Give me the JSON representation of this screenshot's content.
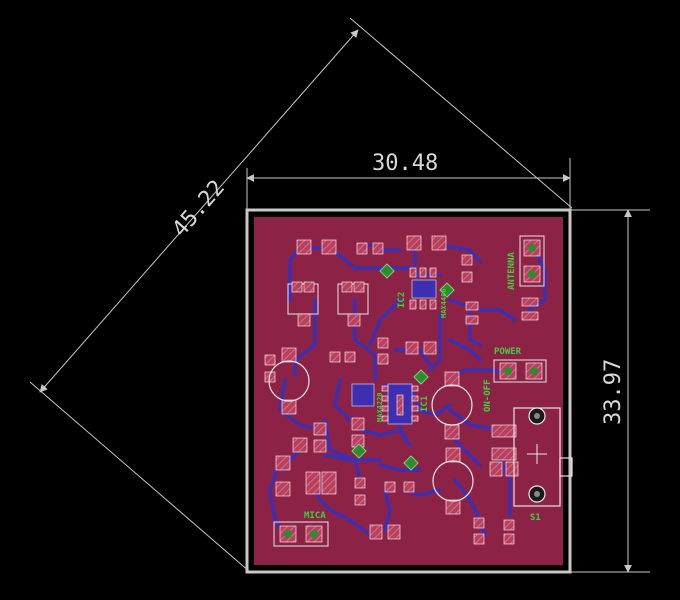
{
  "dimensions": {
    "width": "30.48",
    "height": "33.97",
    "diagonal": "45.22"
  },
  "labels": {
    "ic2": "IC2",
    "ic1": "IC1",
    "ic2_part": "MAX4466",
    "ic1_part": "MAX4220",
    "antenna": "ANTENNA",
    "power": "POWER",
    "on_off": "ON-OFF",
    "mica": "MICA",
    "s1": "S1"
  },
  "colors": {
    "background": "#000000",
    "board": "#8c2346",
    "outline": "#c8c8c8",
    "pad": "#c04a6a",
    "trace": "#3d2fb0",
    "silkscreen": "#e6e6e6",
    "via": "#2e8b2e"
  }
}
